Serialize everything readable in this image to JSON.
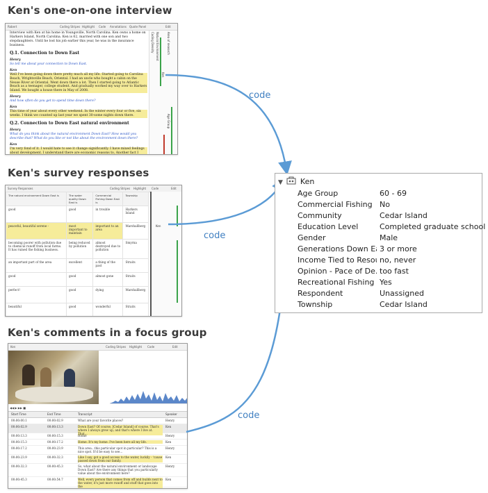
{
  "sections": {
    "interview_title": "Ken's one-on-one interview",
    "survey_title": "Ken's survey responses",
    "focus_title": "Ken's comments in a focus group"
  },
  "code_label": "code",
  "interview": {
    "window_title": "Robert",
    "toolbar": [
      "Coding Stripes",
      "Highlight",
      "Code",
      "Annotations",
      "Quote Panel",
      "Edit"
    ],
    "intro": "Interview with Ken at his home in Youngsville, North Carolina. Ken owns a home on Harkers Island, North Carolina. Ken is 62, married with one son and two stepdaughters. Until he lost his job earlier this year, he was in the insurance business.",
    "q1": "Q.1. Connection to Down East",
    "henry": "Henry",
    "ken": "Ken",
    "q1_question": "So tell me about your connection to Down East.",
    "q1_answer": "Well I've been going down there pretty much all my life. Started going to Carolina Beach, Wrightsville Beach, Oriental. I had an uncle who bought a cabin on the Neuse River at Oriental. Went down there a lot. Then I started going to Atlantic Beach as a teenager, college student. And gradually worked my way over to Harkers Island. We bought a house there in May of 2008.",
    "q1b_question": "And how often do you get to spend time down there?",
    "q1b_answer": "This time of year about every other weekend. In the winter every four or five, six weeks. I think we counted up last year we spent 30-some nights down there.",
    "q2": "Q.2. Connection to Down East natural environment",
    "q2_question": "What do you think about the natural environment Down East? How would you describe that? What do you like or not like about the environment down there?",
    "q2_answer": "I'm very fond of it. I would hate to see it change significantly. I have mixed feelings about development. I understand there are economic reasons to, Another fact I would rather the way",
    "side_labels": [
      "Coding Density",
      "Natural Environment",
      "Ken",
      "Area of research",
      "Age Group"
    ]
  },
  "survey": {
    "window_title": "Survey Responses",
    "toolbar": [
      "Coding Stripes",
      "Highlight",
      "Code",
      "Edit"
    ],
    "headers": [
      "The natural environment Down East is",
      "The water quality Down East is",
      "Commercial Fishing Down East is",
      "Township"
    ],
    "rows": [
      [
        "good",
        "good",
        "in trouble",
        "Harkers Island"
      ],
      [
        "peaceful, beautiful serene -",
        "most important to maintain",
        "important to an area",
        "Marshallberg"
      ],
      [
        "becoming poorer with pollution due to chemical runoff from local farms. It has ruined the fishing business.",
        "being reduced by pollution",
        "almost destroyed due to pollution",
        "Smyrna"
      ],
      [
        "an important part of the area",
        "excellent",
        "a thing of the past",
        "Straits"
      ],
      [
        "good",
        "good",
        "almost gone",
        "Straits"
      ],
      [
        "perfect!",
        "good",
        "dying",
        "Marshallberg"
      ],
      [
        "beautiful",
        "good",
        "wonderful",
        "Straits"
      ]
    ],
    "side_label": "Ken"
  },
  "focus": {
    "window_title": "Ken",
    "toolbar": [
      "Coding Stripes",
      "Highlight",
      "Code",
      "Edit"
    ],
    "headers": [
      "Start Time",
      "End Time",
      "Transcript",
      "Speaker"
    ],
    "rows": [
      [
        "00:00:00.1",
        "00:00:02.9",
        "What are your favorite places?",
        "Henry"
      ],
      [
        "00:00:02.9",
        "00:00:13.3",
        "Down East? Of course, [Cedar Island] of course. That's where I always grew up, and that's where I live at. That...",
        "Ken"
      ],
      [
        "00:00:13.3",
        "00:00:15.3",
        "Home",
        "Henry"
      ],
      [
        "00:00:15.3",
        "00:00:17.2",
        "Home. It's my home. I've been here all my life.",
        "Ken"
      ],
      [
        "00:00:17.2",
        "00:00:23.9",
        "This area...this particular spot in particular? This is a nice spot. It'd be easy to see...",
        "Henry"
      ],
      [
        "00:00:23.9",
        "00:00:32.3",
        "Like I say, got a good access to the water, luckily - 'cause passed down from our family.",
        "Ken"
      ],
      [
        "00:00:32.3",
        "00:00:45.3",
        "So, what about the natural environment or landscape Down East? Are there any things that you particularly value about the environment here?",
        "Henry"
      ],
      [
        "00:00:45.3",
        "00:00:54.7",
        "Well, every person that comes from off and builds next to the water, it's just more runoff and stuff that goes into the",
        "Ken"
      ]
    ]
  },
  "case_panel": {
    "name": "Ken",
    "attributes": [
      {
        "label": "Age Group",
        "value": "60 - 69"
      },
      {
        "label": "Commercial Fishing",
        "value": "No"
      },
      {
        "label": "Community",
        "value": "Cedar Island"
      },
      {
        "label": "Education Level",
        "value": "Completed graduate school"
      },
      {
        "label": "Gender",
        "value": "Male"
      },
      {
        "label": "Generations Down East",
        "value": "3 or more"
      },
      {
        "label": "Income Tied to Resou...",
        "value": "no, never"
      },
      {
        "label": "Opinion - Pace of De...",
        "value": "too fast"
      },
      {
        "label": "Recreational Fishing",
        "value": "Yes"
      },
      {
        "label": "Respondent",
        "value": "Unassigned"
      },
      {
        "label": "Township",
        "value": "Cedar Island"
      }
    ]
  },
  "colors": {
    "arrow": "#5b9bd5",
    "highlight": "#f6ec9a",
    "stripe_green": "#3aa34a",
    "stripe_red": "#c0392b"
  }
}
